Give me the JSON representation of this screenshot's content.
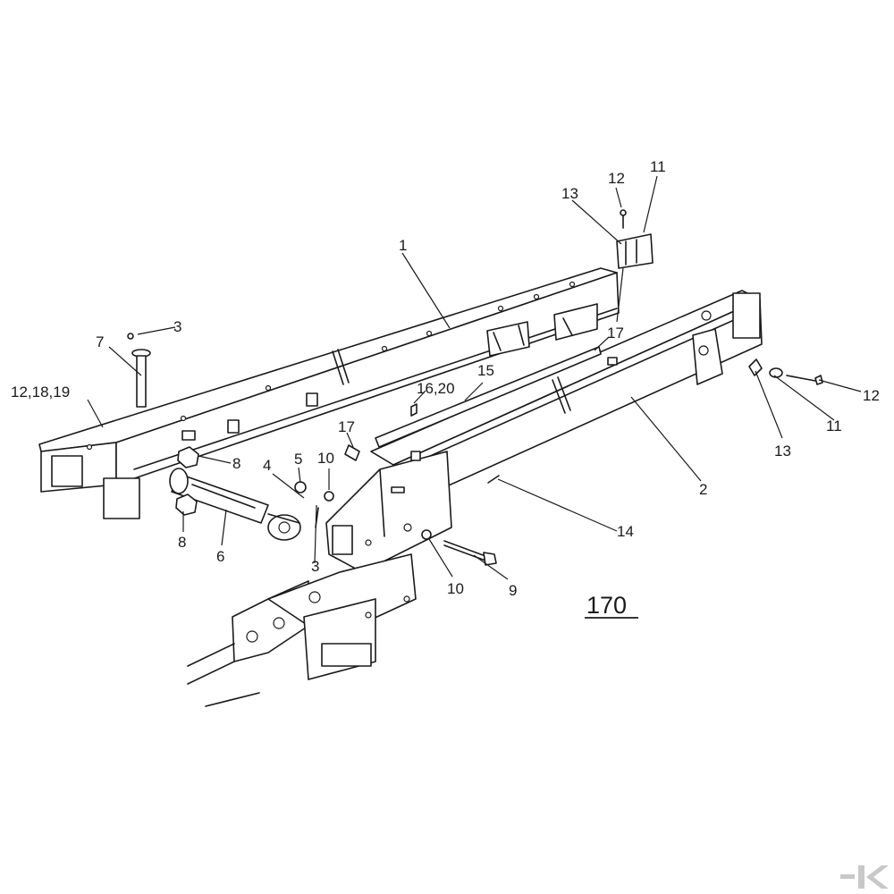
{
  "figure": {
    "number": "170"
  },
  "callouts": [
    {
      "id": "c1",
      "text": "1"
    },
    {
      "id": "c2",
      "text": "2"
    },
    {
      "id": "c3a",
      "text": "3"
    },
    {
      "id": "c3b",
      "text": "3"
    },
    {
      "id": "c4",
      "text": "4"
    },
    {
      "id": "c5",
      "text": "5"
    },
    {
      "id": "c6",
      "text": "6"
    },
    {
      "id": "c7",
      "text": "7"
    },
    {
      "id": "c8a",
      "text": "8"
    },
    {
      "id": "c8b",
      "text": "8"
    },
    {
      "id": "c9",
      "text": "9"
    },
    {
      "id": "c10a",
      "text": "10"
    },
    {
      "id": "c10b",
      "text": "10"
    },
    {
      "id": "c11a",
      "text": "11"
    },
    {
      "id": "c11b",
      "text": "11"
    },
    {
      "id": "c12a",
      "text": "12"
    },
    {
      "id": "c12b",
      "text": "12"
    },
    {
      "id": "c13a",
      "text": "13"
    },
    {
      "id": "c13b",
      "text": "13"
    },
    {
      "id": "c14",
      "text": "14"
    },
    {
      "id": "c15",
      "text": "15"
    },
    {
      "id": "c16",
      "text": "16,20"
    },
    {
      "id": "c17a",
      "text": "17"
    },
    {
      "id": "c17b",
      "text": "17"
    },
    {
      "id": "c18",
      "text": "12,18,19"
    }
  ],
  "watermark": {
    "logo_icon": "k-brand-logo-icon",
    "color": "#c8c8c8"
  },
  "colors": {
    "ink": "#1a1a1a",
    "paper": "#ffffff"
  }
}
